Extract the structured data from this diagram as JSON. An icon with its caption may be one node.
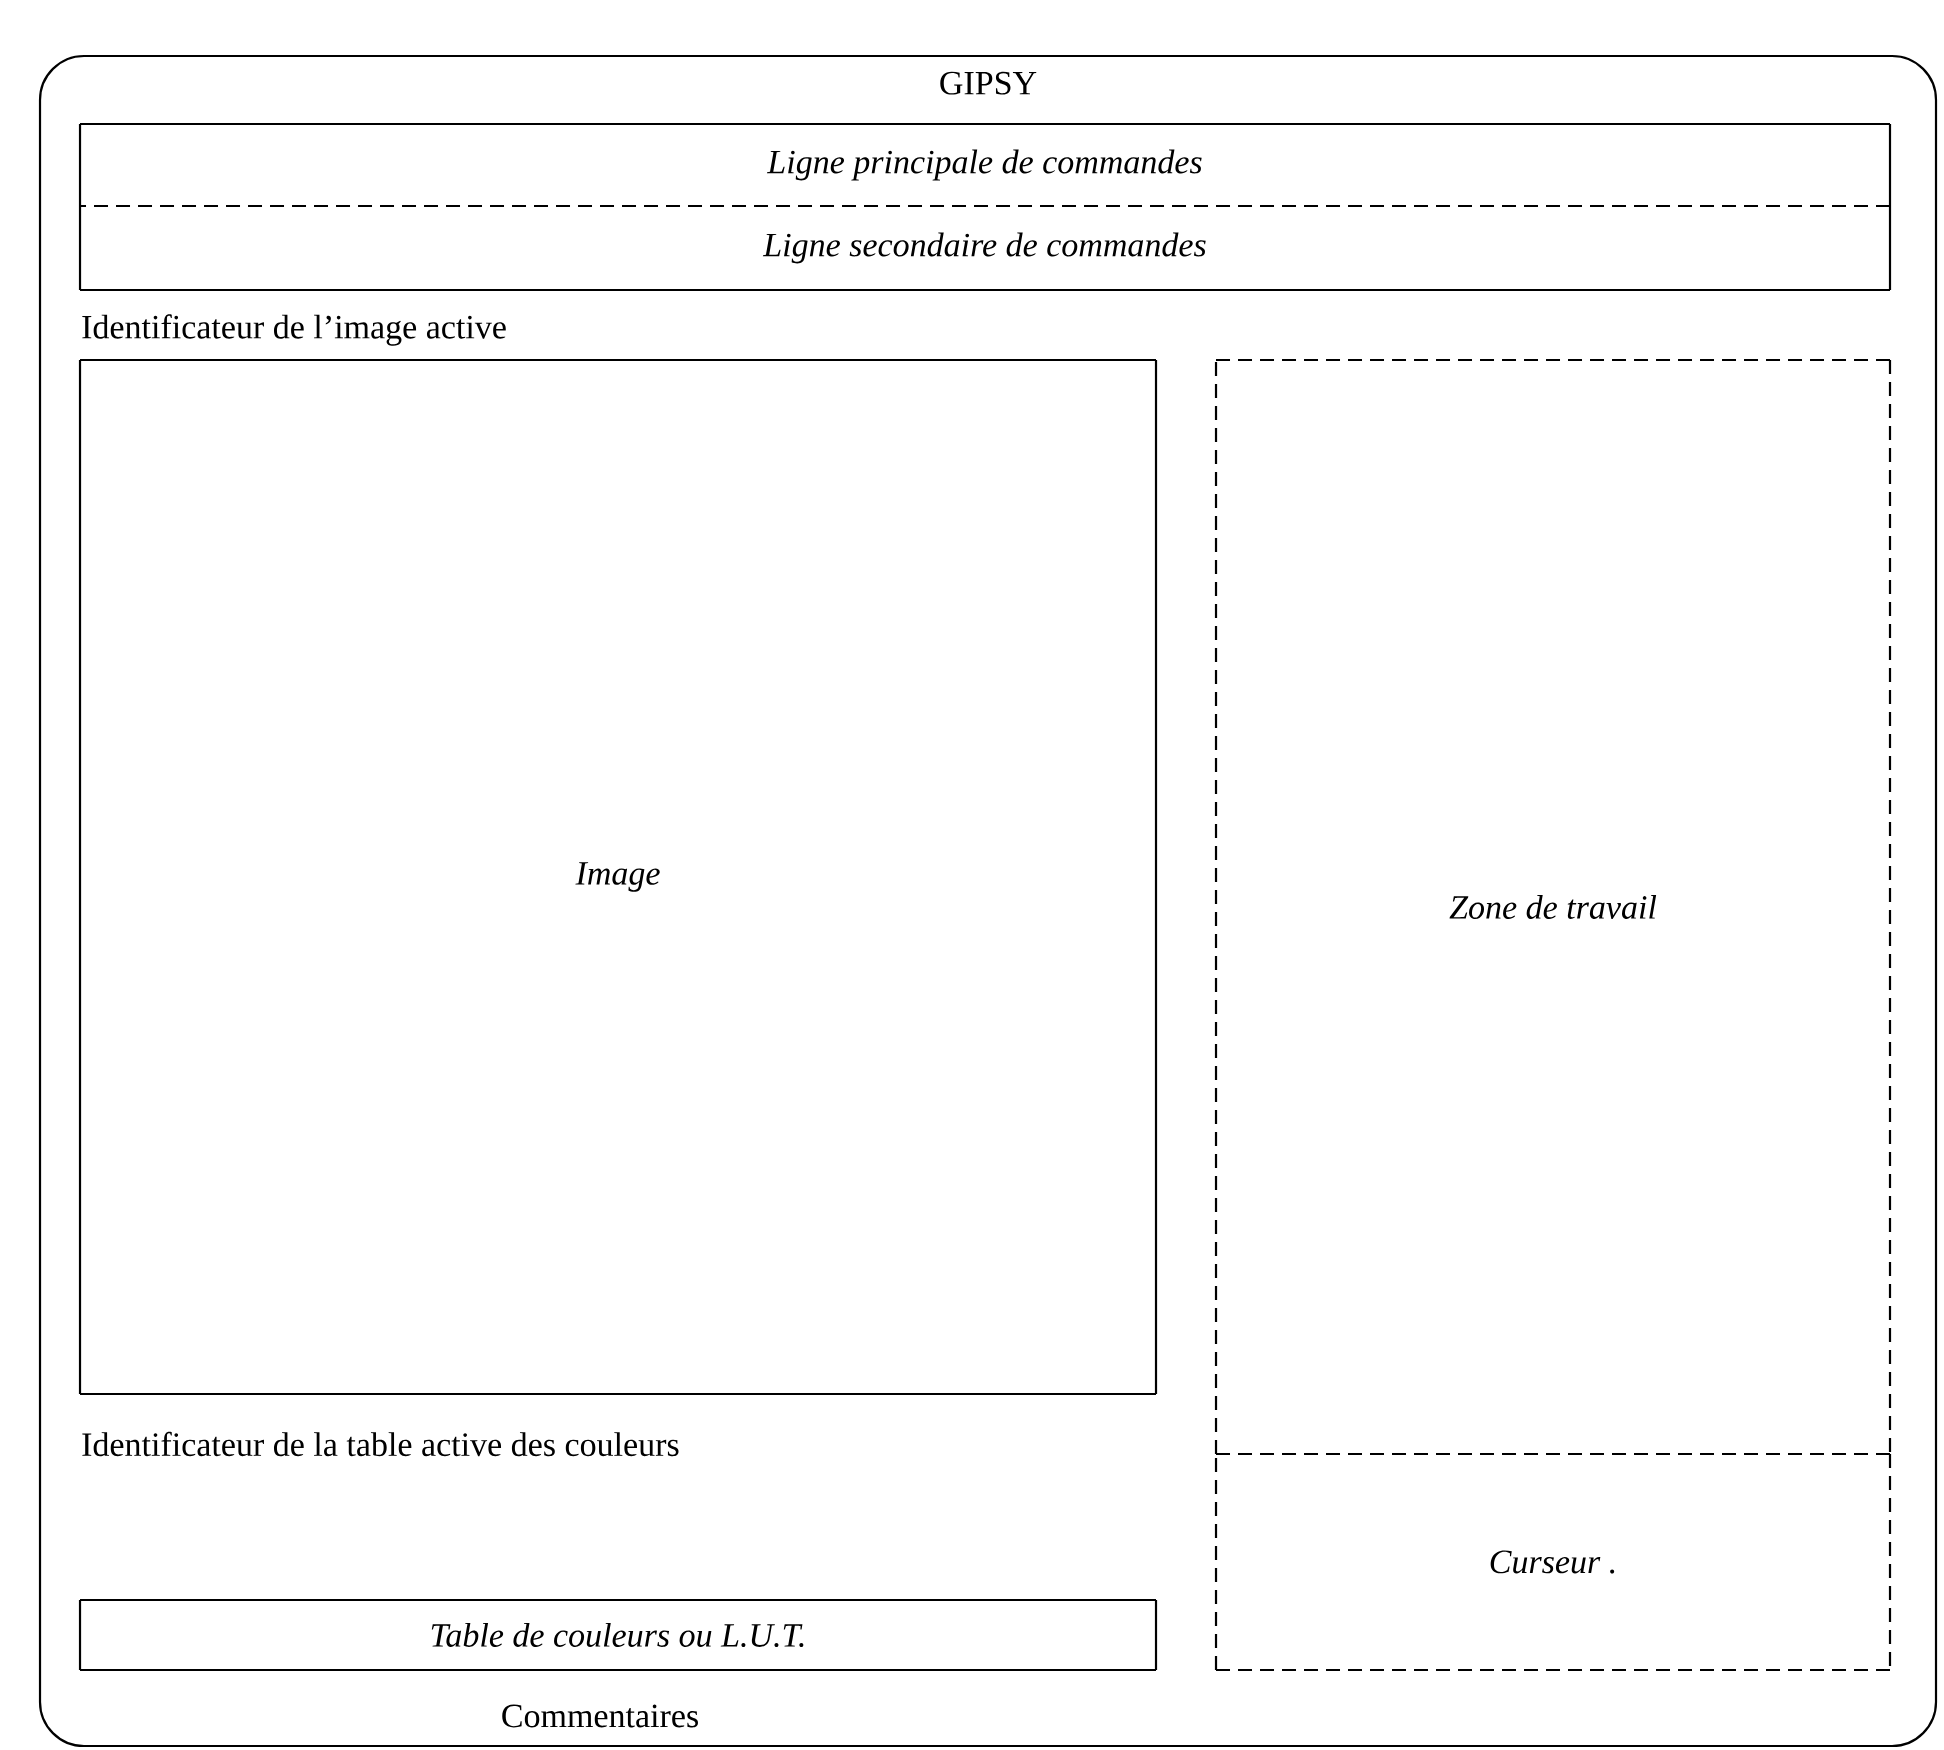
{
  "diagram": {
    "nodes": [
      {
        "text": [
          "GIPSY"
        ]
      },
      {
        "text": [
          "Ligne principale de commandes"
        ],
        "in": 0
      },
      {
        "text": [
          "Ligne secondaire de commandes"
        ],
        "in": 0
      },
      {
        "text": [
          "Image"
        ],
        "in": 0
      },
      {
        "text": [
          "Zone de travail"
        ],
        "in": 0
      },
      {
        "text": [
          "Curseur ."
        ],
        "in": 0
      },
      {
        "text": [
          "Table de couleurs ou L.U.T."
        ],
        "in": 0
      }
    ],
    "labels": [
      "Identificateur de l’image active",
      "Identificateur de la table active des couleurs",
      "Commentaires"
    ]
  }
}
